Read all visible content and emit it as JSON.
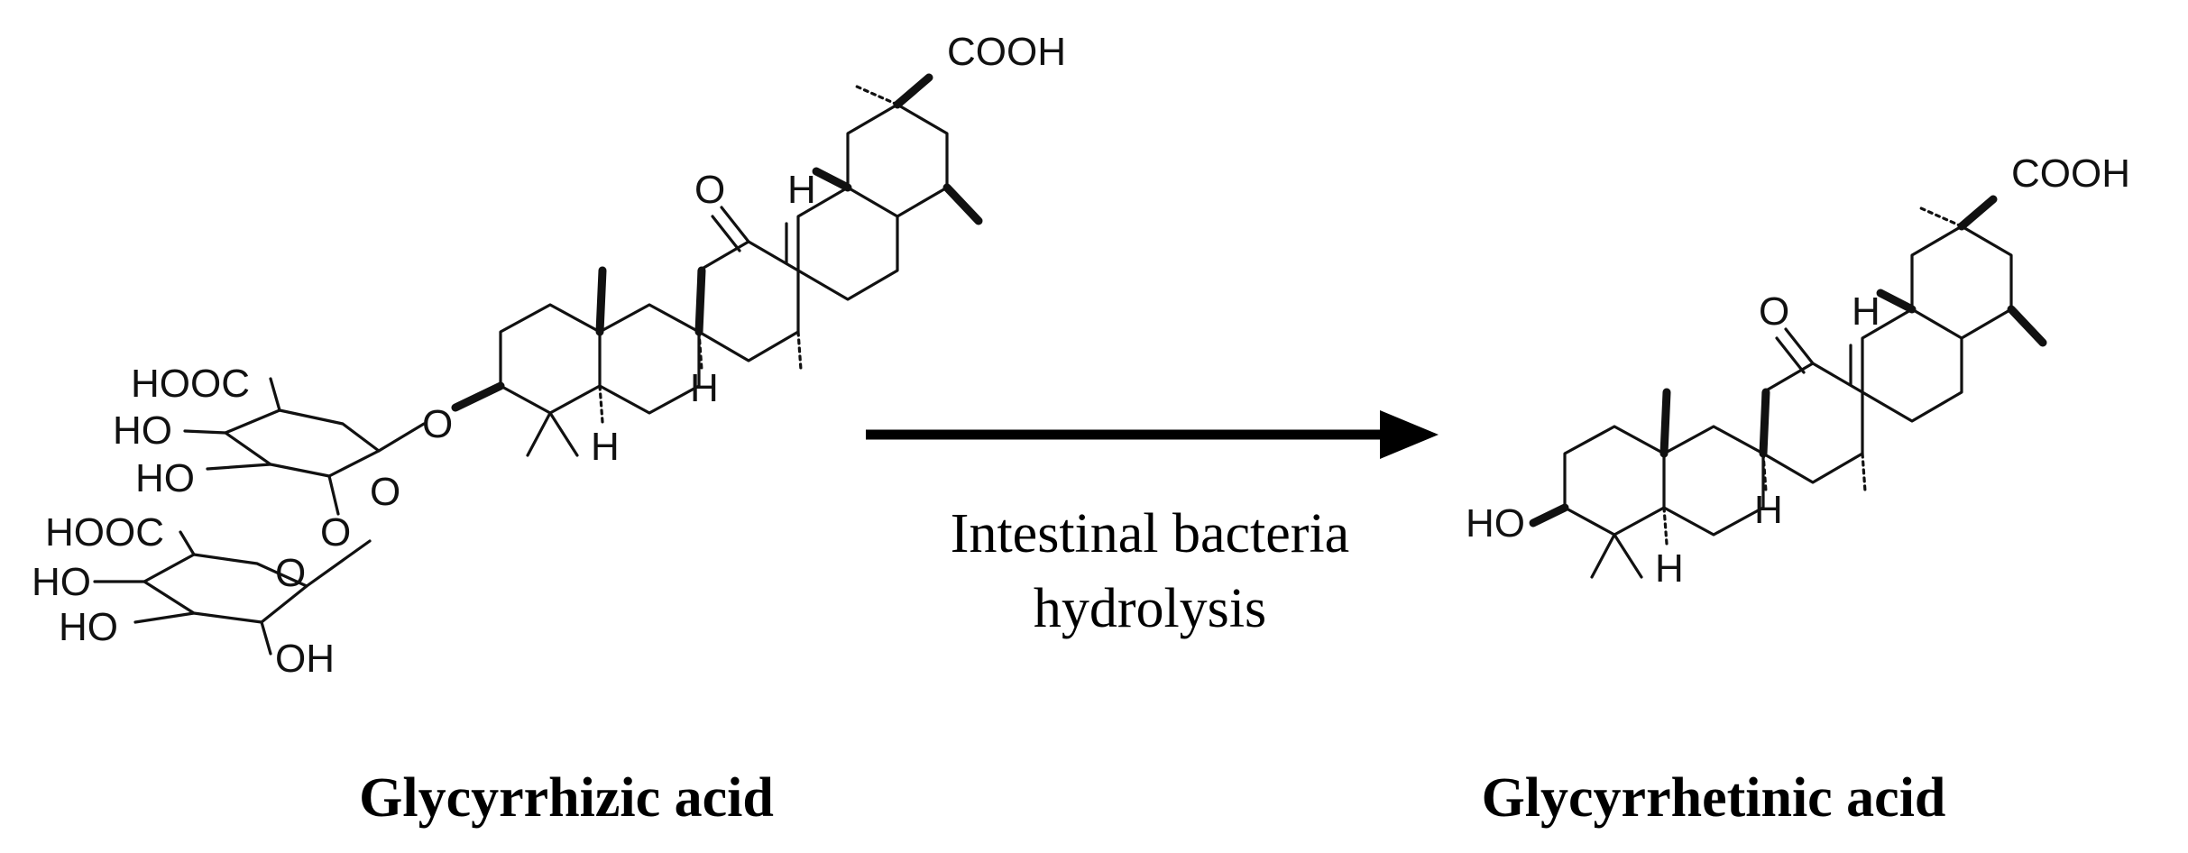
{
  "labels": {
    "cooh": "COOH",
    "hooc": "HOOC",
    "ho": "HO",
    "oh": "OH",
    "o": "O",
    "h": "H"
  },
  "reaction": {
    "condition_line1": "Intestinal bacteria",
    "condition_line2": "hydrolysis"
  },
  "compounds": {
    "left_name": "Glycyrrhizic acid",
    "right_name": "Glycyrrhetinic acid"
  }
}
